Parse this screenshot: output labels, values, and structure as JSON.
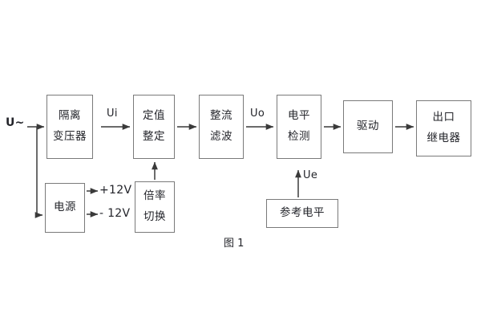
{
  "figure": {
    "caption": "图 1",
    "background_color": "#ffffff",
    "line_color": "#3a3a3a",
    "box_border_color": "#7a7a7a",
    "text_color": "#23242a"
  },
  "nodes": [
    {
      "id": "isolation-transformer",
      "lines": [
        "隔离",
        "变压器"
      ]
    },
    {
      "id": "setting-adjust",
      "lines": [
        "定值",
        "整定"
      ]
    },
    {
      "id": "rectifier-filter",
      "lines": [
        "整流",
        "滤波"
      ]
    },
    {
      "id": "level-detect",
      "lines": [
        "电平",
        "检测"
      ]
    },
    {
      "id": "drive",
      "lines": [
        "驱动"
      ]
    },
    {
      "id": "output-relay",
      "lines": [
        "出口",
        "继电器"
      ]
    },
    {
      "id": "power-supply",
      "lines": [
        "电源"
      ]
    },
    {
      "id": "multiplier-switch",
      "lines": [
        "倍率",
        "切换"
      ]
    },
    {
      "id": "reference-level",
      "lines": [
        "参考电平"
      ]
    }
  ],
  "signals": {
    "input_ac": "U~",
    "ui": "Ui",
    "uo": "Uo",
    "ue": "Ue",
    "rail_positive": "+12V",
    "rail_negative": "- 12V"
  },
  "connections": [
    {
      "from": "U~",
      "to": "隔离变压器",
      "label": ""
    },
    {
      "from": "U~",
      "to": "电源",
      "label": ""
    },
    {
      "from": "隔离变压器",
      "to": "定值整定",
      "label": "Ui"
    },
    {
      "from": "定值整定",
      "to": "整流滤波",
      "label": ""
    },
    {
      "from": "整流滤波",
      "to": "电平检测",
      "label": "Uo"
    },
    {
      "from": "电平检测",
      "to": "驱动",
      "label": ""
    },
    {
      "from": "驱动",
      "to": "出口继电器",
      "label": ""
    },
    {
      "from": "倍率切换",
      "to": "定值整定",
      "label": ""
    },
    {
      "from": "参考电平",
      "to": "电平检测",
      "label": "Ue"
    },
    {
      "from": "电源",
      "to": "+12V",
      "label": "+12V"
    },
    {
      "from": "电源",
      "to": "- 12V",
      "label": "- 12V"
    }
  ]
}
